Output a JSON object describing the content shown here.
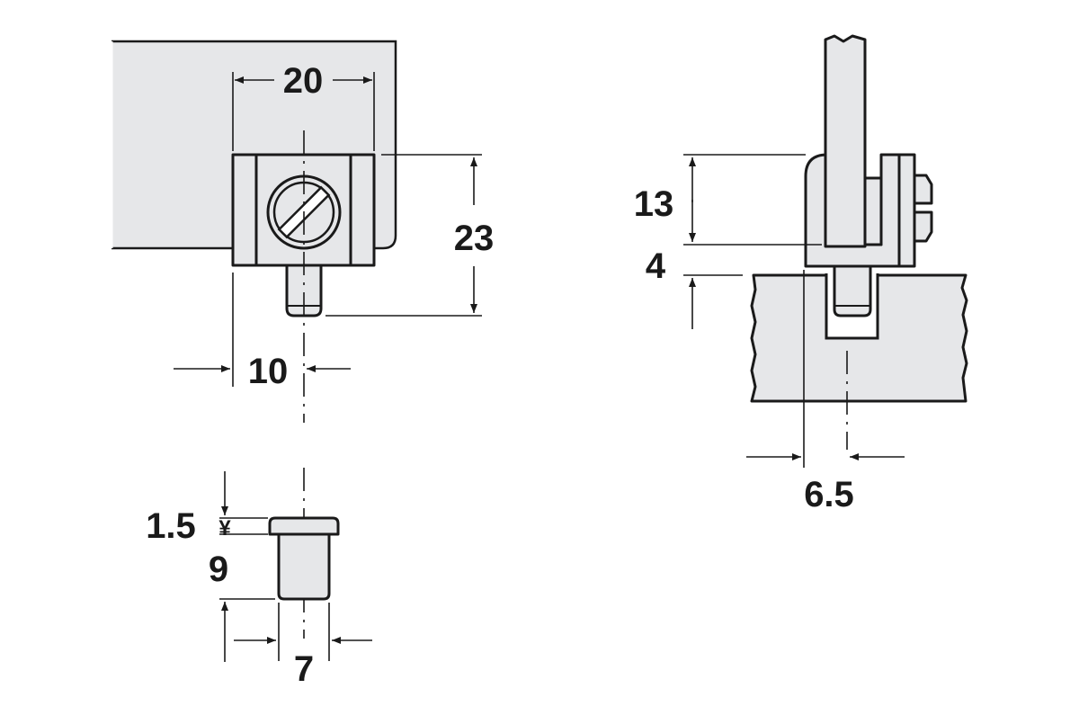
{
  "diagram": {
    "front_view": {
      "width_label": "20",
      "height_label": "23",
      "offset_label": "10"
    },
    "side_view": {
      "upper_label": "13",
      "gap_label": "4",
      "offset_label": "6.5"
    },
    "pin_view": {
      "head_label": "1.5",
      "glyph": "¥",
      "length_label": "9",
      "diameter_label": "7"
    }
  },
  "colors": {
    "part_fill": "#e6e7e9",
    "stroke": "#1a1a1a",
    "background": "#ffffff"
  }
}
